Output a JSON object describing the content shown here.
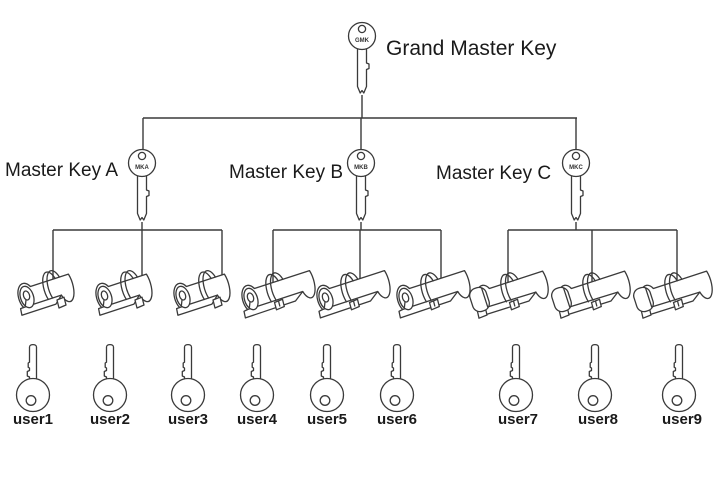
{
  "grand_master": {
    "label": "Grand Master Key",
    "code": "GMK"
  },
  "masters": [
    {
      "label": "Master Key A",
      "code": "MKA",
      "lock_type": "half-cylinder-lock"
    },
    {
      "label": "Master Key B",
      "code": "MKB",
      "lock_type": "double-cylinder-lock"
    },
    {
      "label": "Master Key C",
      "code": "MKC",
      "lock_type": "thumbturn-cylinder-lock"
    }
  ],
  "users": [
    "user1",
    "user2",
    "user3",
    "user4",
    "user5",
    "user6",
    "user7",
    "user8",
    "user9"
  ],
  "colors": {
    "background": "#ffffff",
    "line": "#3a3a3a",
    "text": "#1a1a1a"
  }
}
